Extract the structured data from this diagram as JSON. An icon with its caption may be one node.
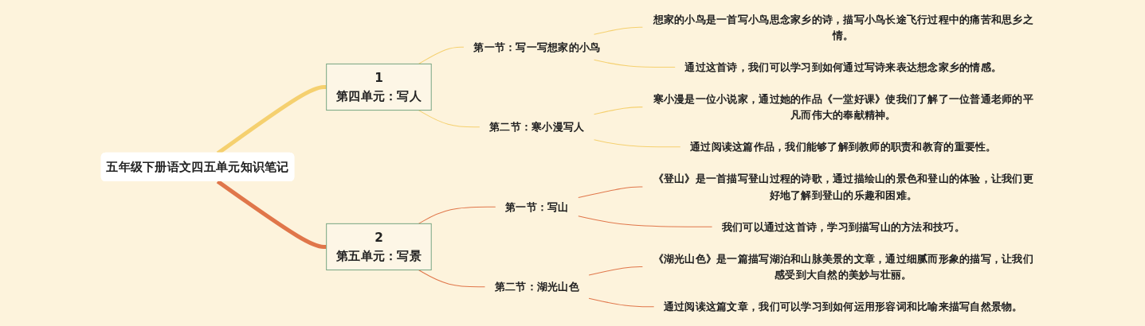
{
  "diagram": {
    "nodes": [
      {
        "text": [
          "五年级下册语文四五单元知识笔记"
        ]
      },
      {
        "text": [
          "1",
          "第四单元：写人"
        ]
      },
      {
        "text": [
          "第一节：写一写想家的小鸟"
        ]
      },
      {
        "text": [
          "想家的小鸟是一首写小鸟思念家乡的诗，描写小鸟长途飞行过程中的痛苦和思乡之情。"
        ]
      },
      {
        "text": [
          "通过这首诗，我们可以学习到如何通过写诗来表达想念家乡的情感。"
        ]
      },
      {
        "text": [
          "第二节：寒小漫写人"
        ]
      },
      {
        "text": [
          "寒小漫是一位小说家，通过她的作品《一堂好课》使我们了解了一位普通老师的平凡而伟大的奉献精神。"
        ]
      },
      {
        "text": [
          "通过阅读这篇作品，我们能够了解到教师的职责和教育的重要性。"
        ]
      },
      {
        "text": [
          "2",
          "第五单元：写景"
        ]
      },
      {
        "text": [
          "第一节：写山"
        ]
      },
      {
        "text": [
          "《登山》是一首描写登山过程的诗歌，通过描绘山的景色和登山的体验，让我们更好地了解到登山的乐趣和困难。"
        ]
      },
      {
        "text": [
          "我们可以通过这首诗，学习到描写山的方法和技巧。"
        ]
      },
      {
        "text": [
          "第二节：湖光山色"
        ]
      },
      {
        "text": [
          "《湖光山色》是一篇描写湖泊和山脉美景的文章，通过细腻而形象的描写，让我们感受到大自然的美妙与壮丽。"
        ]
      },
      {
        "text": [
          "通过阅读这篇文章，我们可以学习到如何运用形容词和比喻来描写自然景物。"
        ]
      }
    ],
    "edges": [
      {
        "from": 0,
        "to": 1,
        "arrow": "none",
        "style": "thick",
        "color": "#f5d06f"
      },
      {
        "from": 1,
        "to": 2,
        "arrow": "none",
        "color": "#f5d06f"
      },
      {
        "from": 2,
        "to": 3,
        "arrow": "none",
        "color": "#f5d06f"
      },
      {
        "from": 2,
        "to": 4,
        "arrow": "none",
        "color": "#f5d06f"
      },
      {
        "from": 1,
        "to": 5,
        "arrow": "none",
        "color": "#f5d06f"
      },
      {
        "from": 5,
        "to": 6,
        "arrow": "none",
        "color": "#f5d06f"
      },
      {
        "from": 5,
        "to": 7,
        "arrow": "none",
        "color": "#f5d06f"
      },
      {
        "from": 0,
        "to": 8,
        "arrow": "none",
        "style": "thick",
        "color": "#e0764a"
      },
      {
        "from": 8,
        "to": 9,
        "arrow": "none",
        "color": "#e0764a"
      },
      {
        "from": 9,
        "to": 10,
        "arrow": "none",
        "color": "#e0764a"
      },
      {
        "from": 9,
        "to": 11,
        "arrow": "none",
        "color": "#e0764a"
      },
      {
        "from": 8,
        "to": 12,
        "arrow": "none",
        "color": "#e0764a"
      },
      {
        "from": 12,
        "to": 13,
        "arrow": "none",
        "color": "#e0764a"
      },
      {
        "from": 12,
        "to": 14,
        "arrow": "none",
        "color": "#e0764a"
      }
    ]
  }
}
